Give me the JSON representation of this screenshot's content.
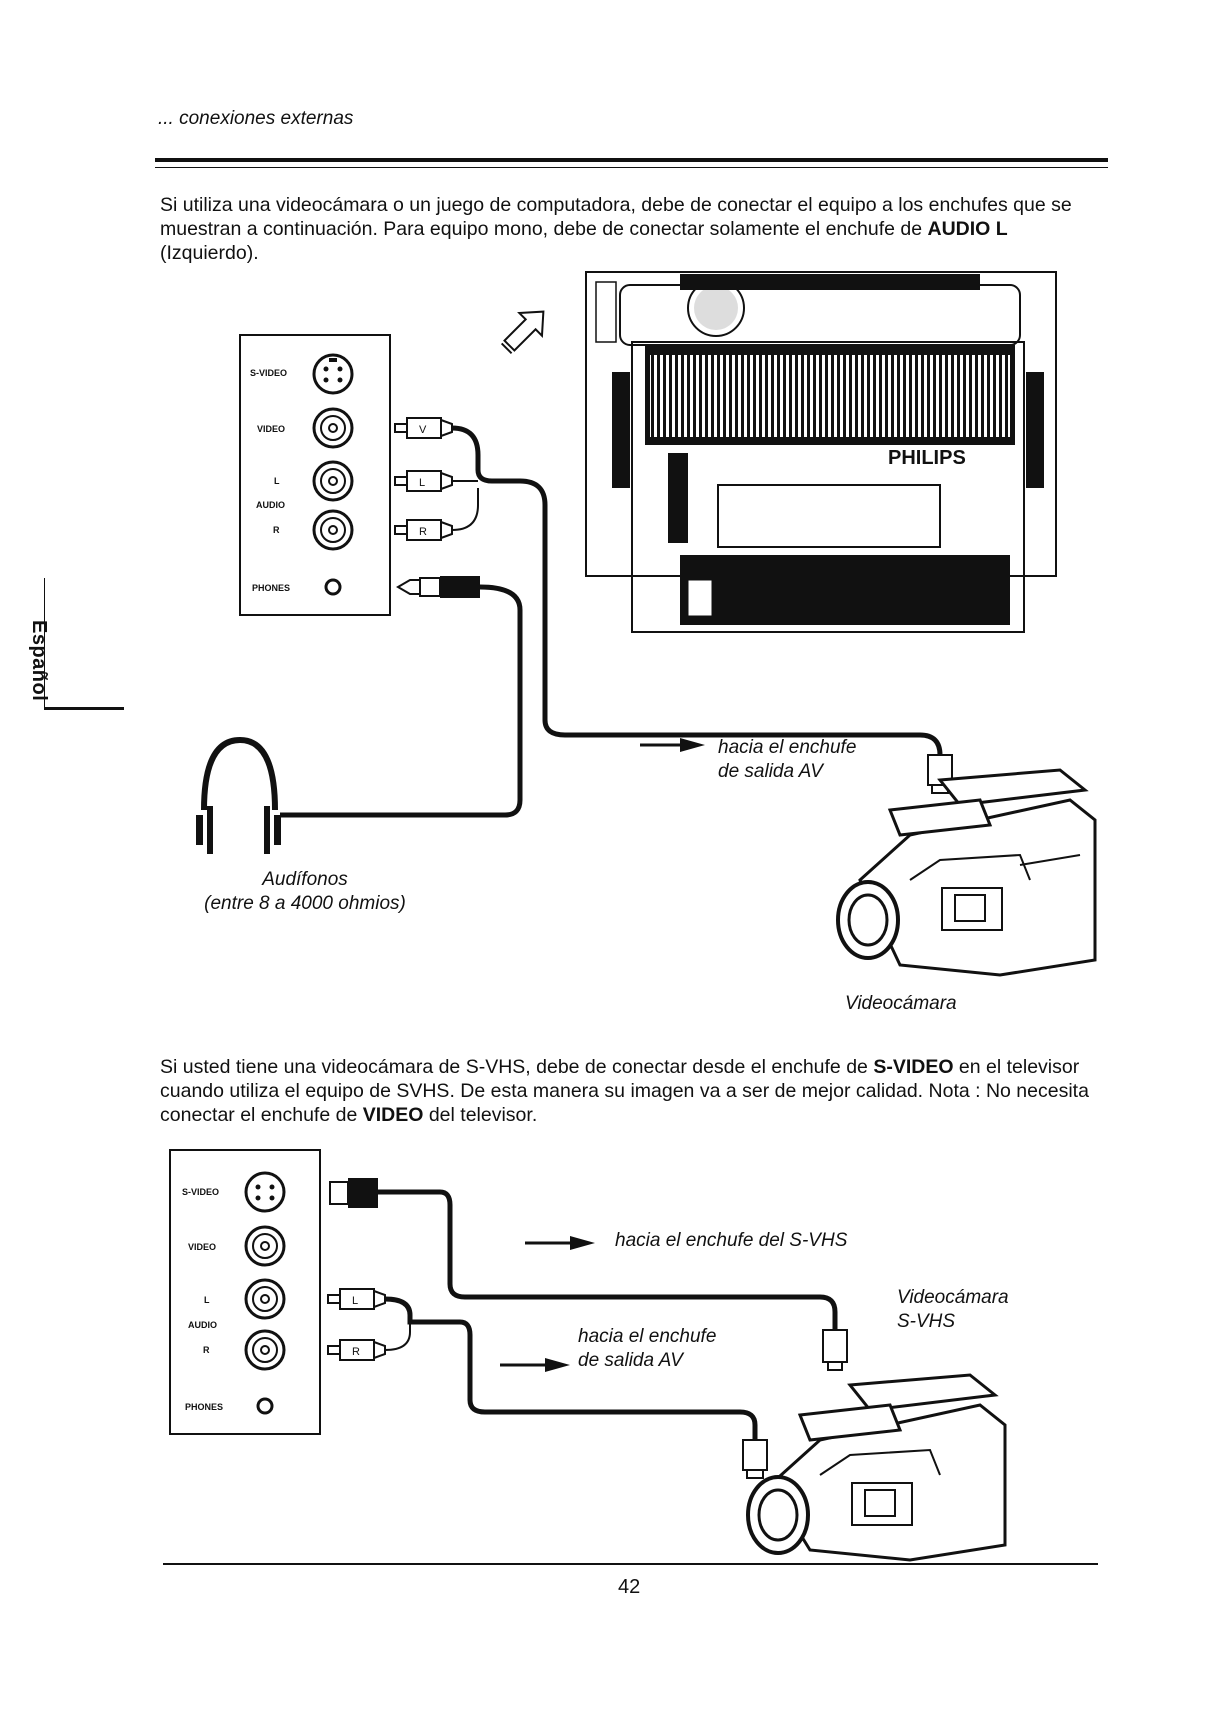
{
  "header": {
    "running_head": "... conexiones externas"
  },
  "side_tab": {
    "label": "Español"
  },
  "section1": {
    "paragraph_parts": [
      "Si utiliza una videocámara o un juego de computadora, debe de conectar el equipo a los enchufes que se muestran a continuación. Para equipo mono, debe de conectar solamente el enchufe de ",
      "AUDIO L",
      " (Izquierdo)."
    ],
    "panel_labels": {
      "svideo": "S-VIDEO",
      "video": "VIDEO",
      "l": "L",
      "audio": "AUDIO",
      "r": "R",
      "phones": "PHONES"
    },
    "plug_labels": {
      "v": "V",
      "l": "L",
      "r": "R"
    },
    "tv_brand": "PHILIPS",
    "arrow_caption": [
      "hacia el enchufe",
      "de salida AV"
    ],
    "headphones_caption": [
      "Audífonos",
      "(entre 8 a 4000 ohmios)"
    ],
    "camcorder_caption": "Videocámara"
  },
  "section2": {
    "paragraph_parts": [
      "Si usted tiene una videocámara de S-VHS, debe de conectar desde el enchufe de ",
      "S-VIDEO",
      " en el televisor cuando utiliza el equipo de SVHS. De esta manera su imagen va a ser de mejor calidad. Nota : No necesita conectar el enchufe de ",
      "VIDEO",
      " del televisor."
    ],
    "panel_labels": {
      "svideo": "S-VIDEO",
      "video": "VIDEO",
      "l": "L",
      "audio": "AUDIO",
      "r": "R",
      "phones": "PHONES"
    },
    "plug_labels": {
      "l": "L",
      "r": "R"
    },
    "svhs_caption": "hacia el enchufe del S-VHS",
    "camcorder_caption": [
      "Videocámara",
      "S-VHS"
    ],
    "arrow_caption": [
      "hacia el enchufe",
      "de salida AV"
    ]
  },
  "footer": {
    "page_number": "42"
  }
}
